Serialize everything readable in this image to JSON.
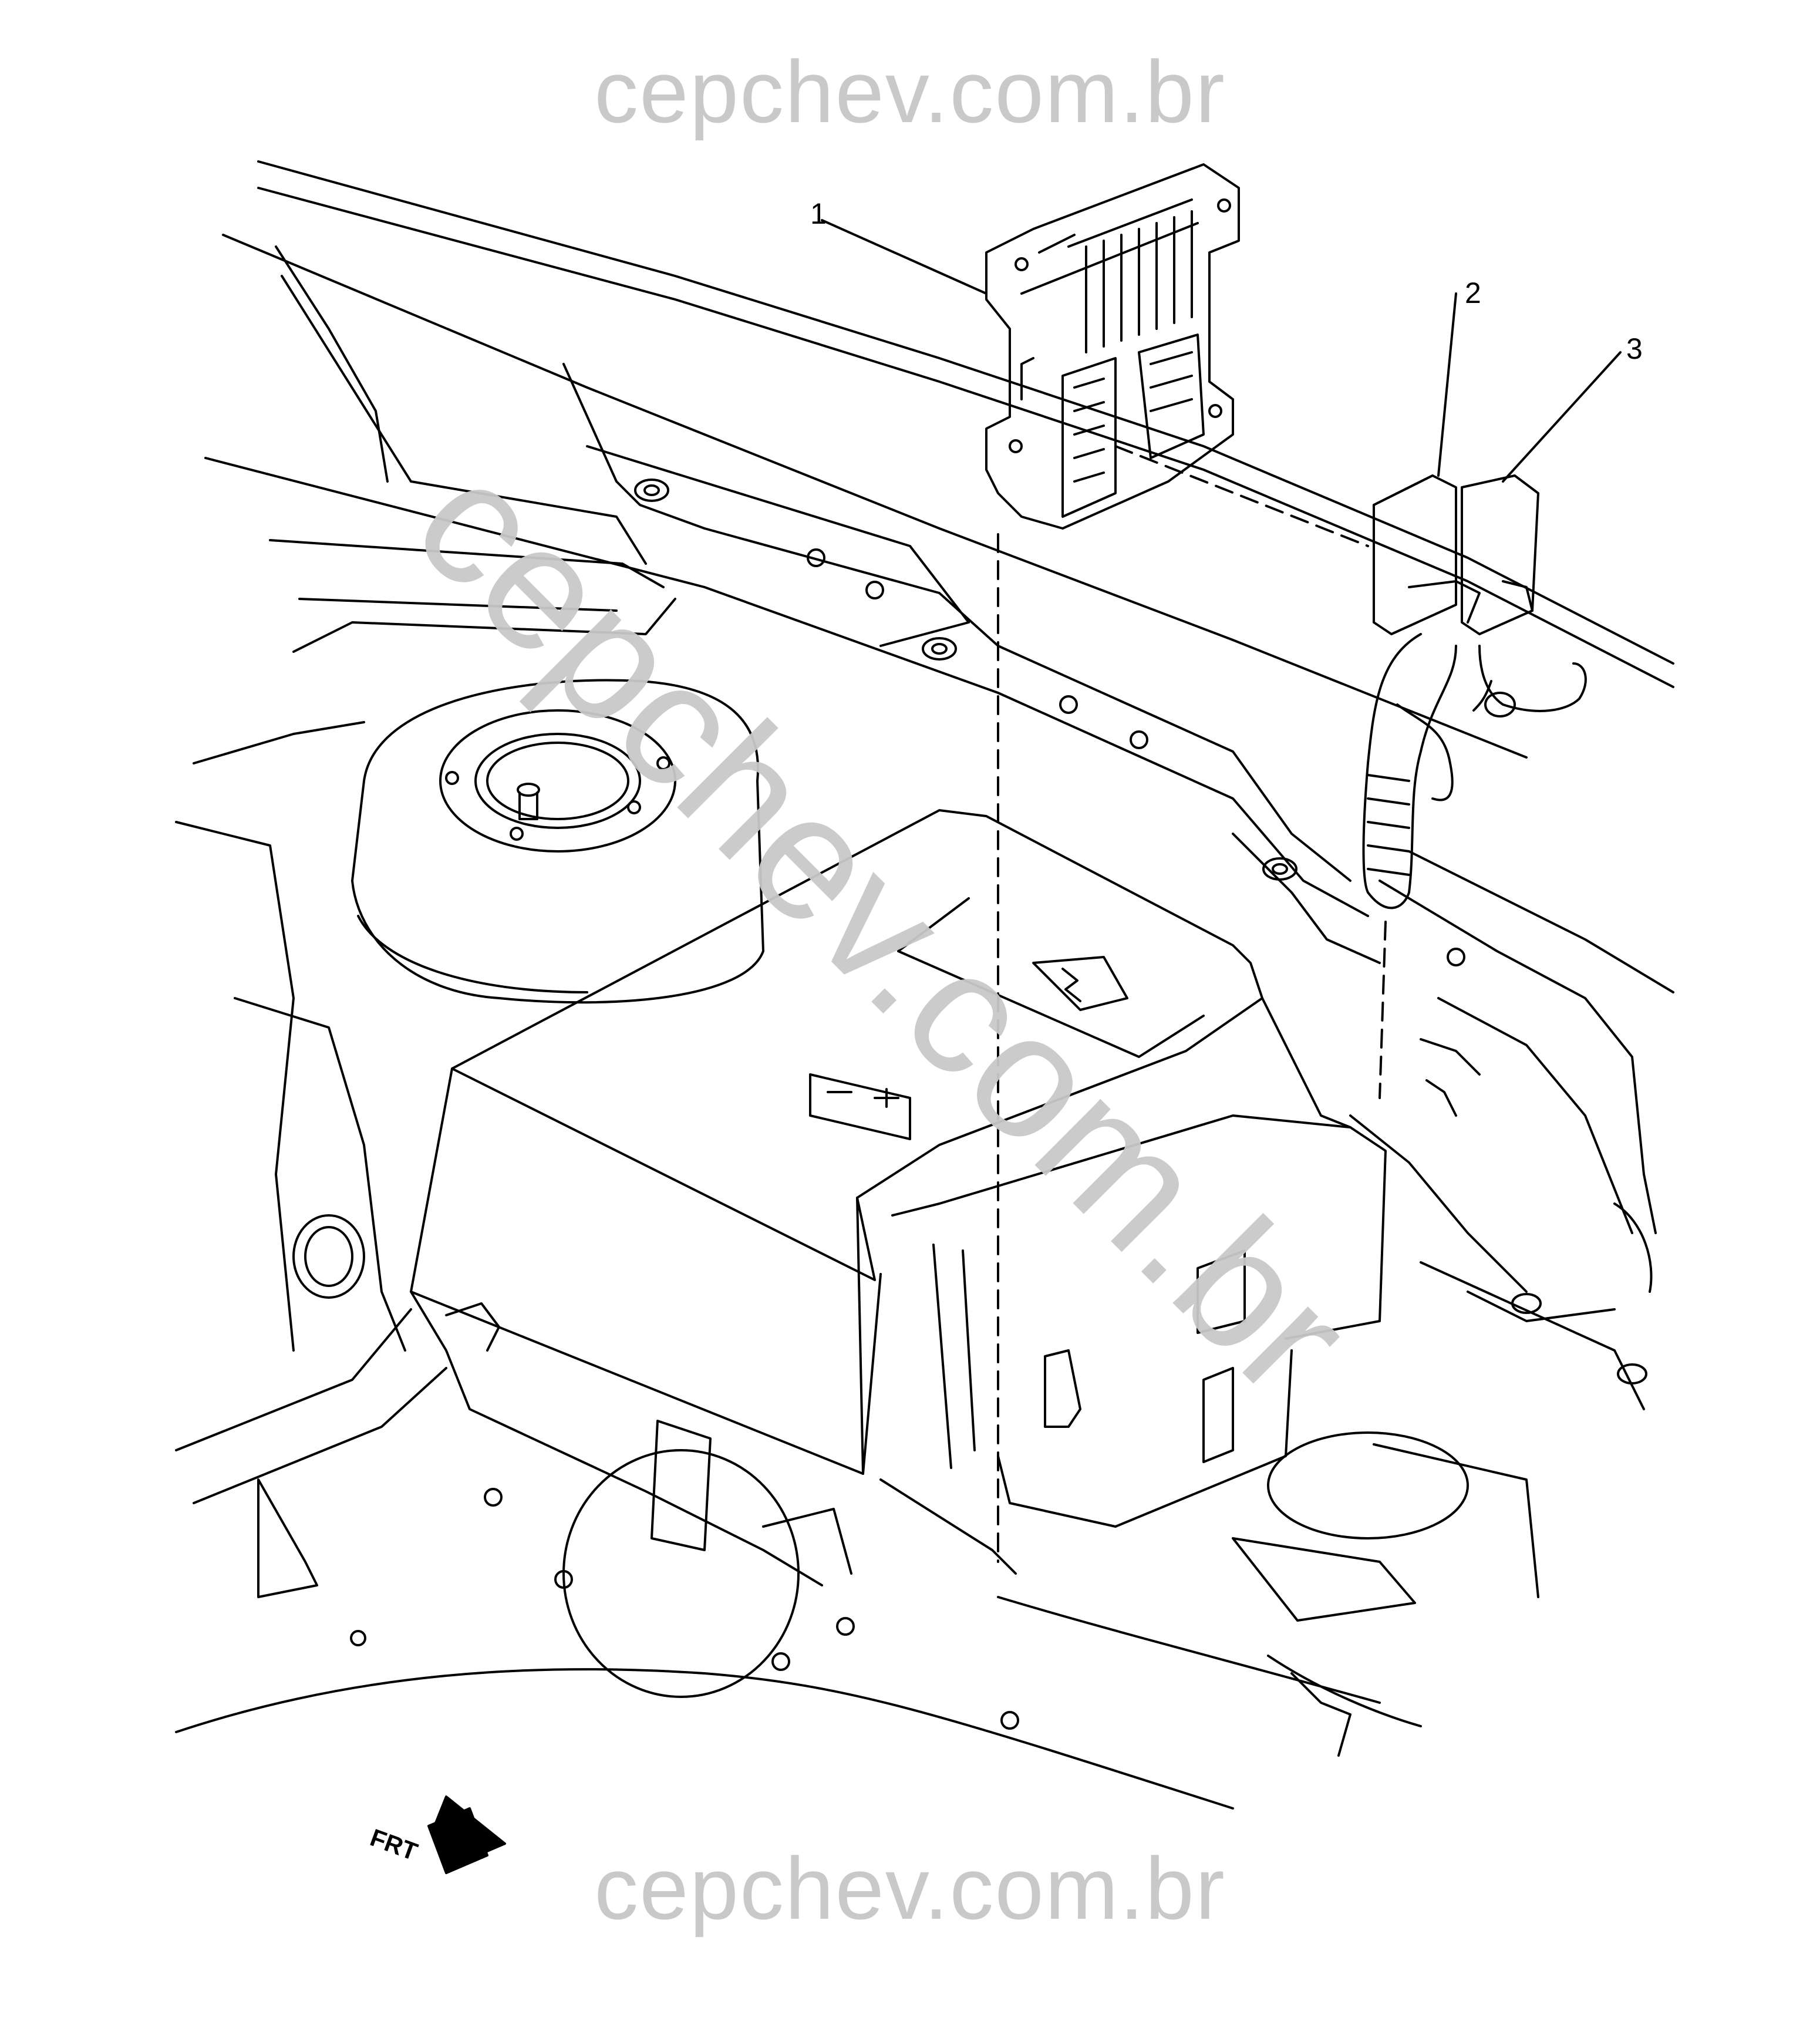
{
  "watermark": {
    "top": "cepchev.com.br",
    "diagonal": "cepchev.com.br",
    "bottom": "cepchev.com.br"
  },
  "callouts": {
    "c1": "1",
    "c2": "2",
    "c3": "3"
  },
  "orientation": {
    "label": "FRT",
    "icon": "front-direction-arrow-icon"
  },
  "colors": {
    "line": "#000000",
    "watermark": "#c9c9c9",
    "background": "#ffffff"
  }
}
